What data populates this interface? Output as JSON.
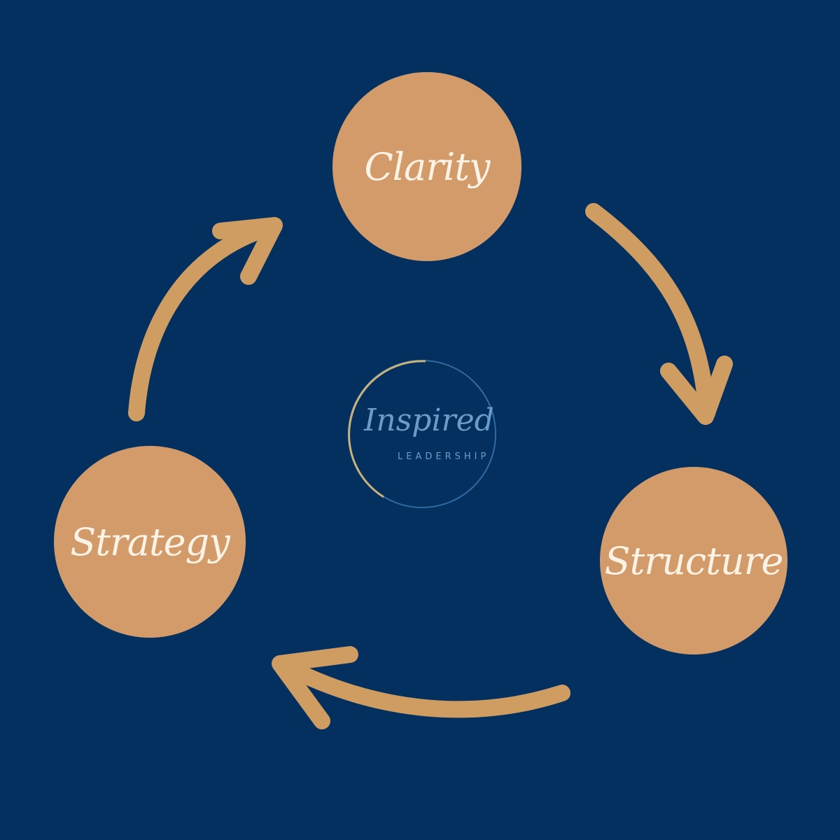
{
  "nodes": {
    "clarity": "Clarity",
    "structure": "Structure",
    "strategy": "Strategy"
  },
  "logo": {
    "script": "Inspired",
    "subtitle": "LEADERSHIP"
  },
  "colors": {
    "background": "#04305f",
    "node": "#d39b6a",
    "arrow": "#cf9c62",
    "logo": "#6b9cc8"
  }
}
